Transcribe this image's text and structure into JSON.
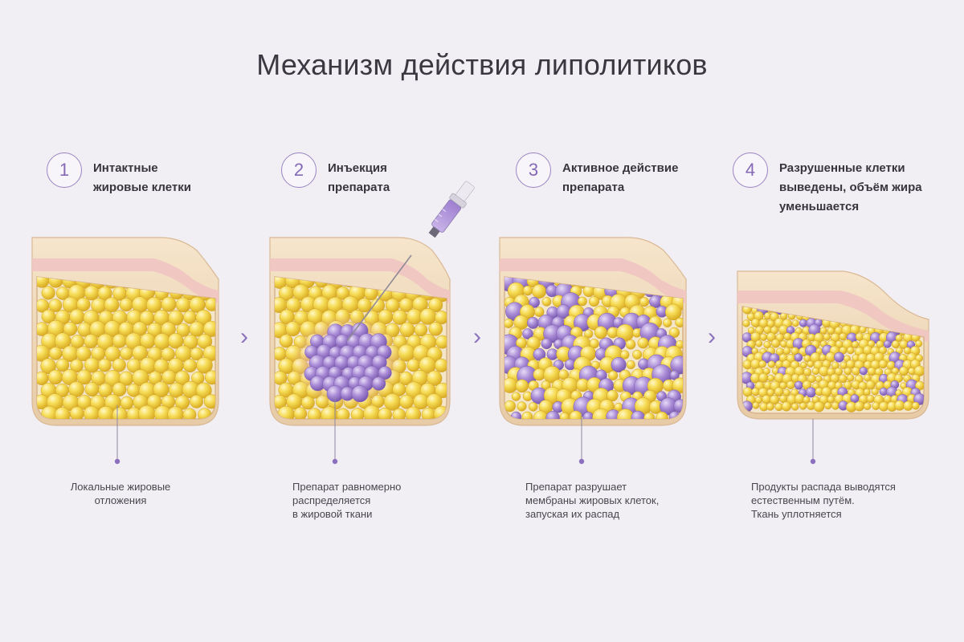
{
  "title": "Механизм действия липолитиков",
  "steps": [
    {
      "number": "1",
      "title": "Интактные\nжировые клетки",
      "caption": "Локальные жировые\nотложения"
    },
    {
      "number": "2",
      "title": "Инъекция\nпрепарата",
      "caption": "Препарат равномерно\nраспределяется\nв жировой ткани"
    },
    {
      "number": "3",
      "title": "Активное действие\nпрепарата",
      "caption": "Препарат разрушает\nмембраны жировых клеток,\nзапуская их распад"
    },
    {
      "number": "4",
      "title": "Разрушенные клетки\nвыведены, объём жира\nуменьшается",
      "caption": "Продукты распада выводятся\nестественным путём.\nТкань уплотняется"
    }
  ],
  "arrow_glyph": "›",
  "colors": {
    "accent": "#8469b4",
    "fat_cell": "#f3d34a",
    "destroyed_cell": "#9b7fcb",
    "skin": "#efd7b8",
    "dermis": "#f4c9c6"
  }
}
